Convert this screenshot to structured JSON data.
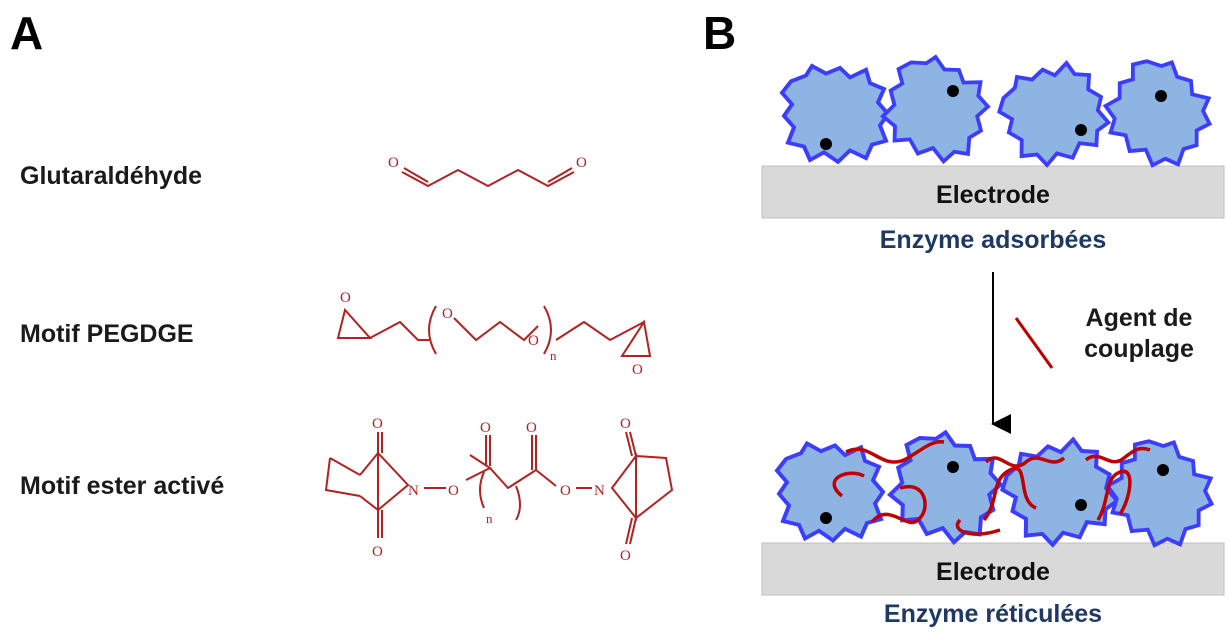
{
  "panels": {
    "a": "A",
    "b": "B"
  },
  "molecules": [
    {
      "name": "Glutaraldéhyde"
    },
    {
      "name": "Motif PEGDGE"
    },
    {
      "name": "Motif ester activé"
    }
  ],
  "atoms": {
    "o": "O",
    "n": "N",
    "sub_n": "n"
  },
  "scheme": {
    "electrode": "Electrode",
    "caption_adsorbed": "Enzyme adsorbées",
    "caption_crosslinked": "Enzyme réticulées",
    "agent_line1": "Agent de",
    "agent_line2": "couplage"
  },
  "colors": {
    "enzyme_fill": "#8eb4e3",
    "enzyme_stroke": "#3d3dff",
    "linker": "#c00000",
    "electrode": "#d9d9d9",
    "caption": "#1f3864"
  }
}
